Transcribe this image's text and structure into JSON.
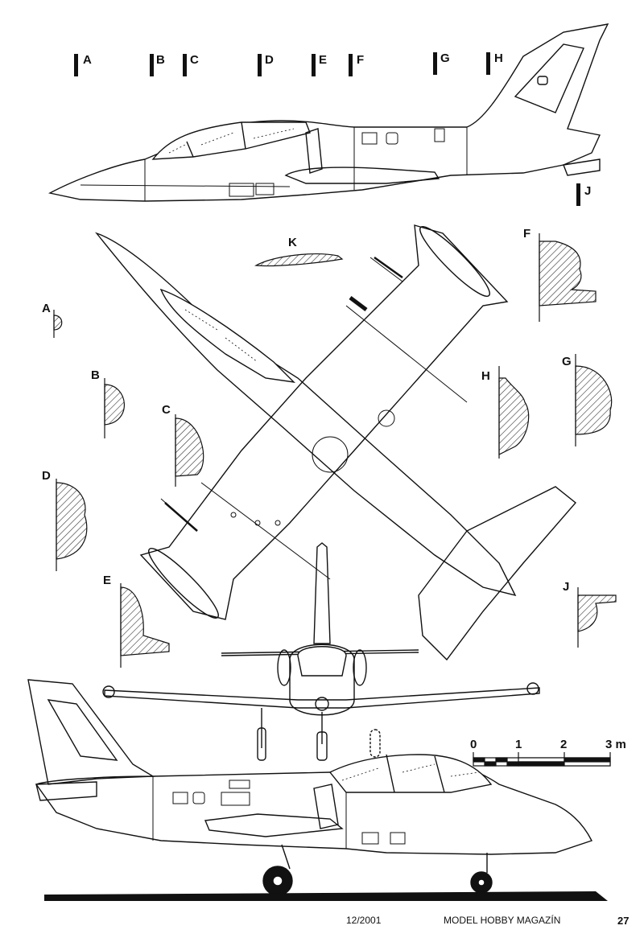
{
  "section_markers": {
    "a": "A",
    "b": "B",
    "c": "C",
    "d": "D",
    "e": "E",
    "f": "F",
    "g": "G",
    "h": "H",
    "j": "J"
  },
  "cross_sections": {
    "a": "A",
    "b": "B",
    "c": "C",
    "d": "D",
    "e": "E",
    "f": "F",
    "g": "G",
    "h": "H",
    "j": "J",
    "k": "K"
  },
  "scale_bar": {
    "ticks": [
      "0",
      "1",
      "2",
      "3 m"
    ]
  },
  "footer": {
    "issue": "12/2001",
    "magazine": "MODEL HOBBY MAGAZÍN",
    "page_number": "27"
  },
  "colors": {
    "ink": "#111111",
    "paper": "#ffffff",
    "hatch": "#333333"
  }
}
